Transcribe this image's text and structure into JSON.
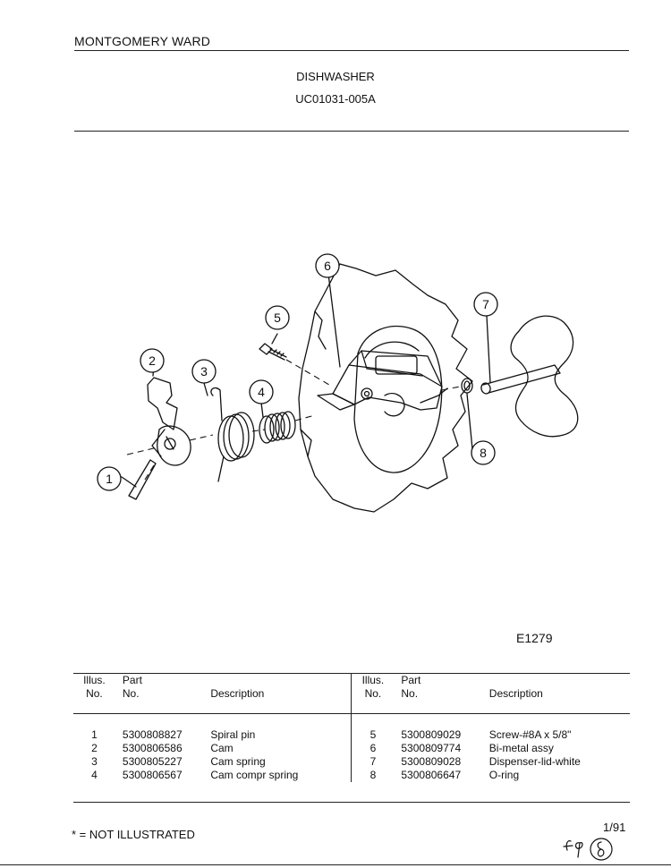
{
  "header": {
    "brand": "MONTGOMERY WARD",
    "product": "DISHWASHER",
    "model": "UC01031-005A"
  },
  "diagram": {
    "figure_code": "E1279",
    "callouts": [
      "1",
      "2",
      "3",
      "4",
      "5",
      "6",
      "7",
      "8"
    ]
  },
  "parts_table": {
    "headers": {
      "illus_line1": "Illus.",
      "illus_line2": "No.",
      "part_line1": "Part",
      "part_line2": "No.",
      "description": "Description"
    },
    "left": [
      {
        "no": "1",
        "part": "5300808827",
        "desc": "Spiral pin"
      },
      {
        "no": "2",
        "part": "5300806586",
        "desc": "Cam"
      },
      {
        "no": "3",
        "part": "5300805227",
        "desc": "Cam spring"
      },
      {
        "no": "4",
        "part": "5300806567",
        "desc": "Cam compr spring"
      }
    ],
    "right": [
      {
        "no": "5",
        "part": "5300809029",
        "desc": "Screw-#8A x 5/8\""
      },
      {
        "no": "6",
        "part": "5300809774",
        "desc": "Bi-metal assy"
      },
      {
        "no": "7",
        "part": "5300809028",
        "desc": "Dispenser-lid-white"
      },
      {
        "no": "8",
        "part": "5300806647",
        "desc": "O-ring"
      }
    ]
  },
  "footer": {
    "note": "* = NOT ILLUSTRATED",
    "date": "1/91"
  }
}
